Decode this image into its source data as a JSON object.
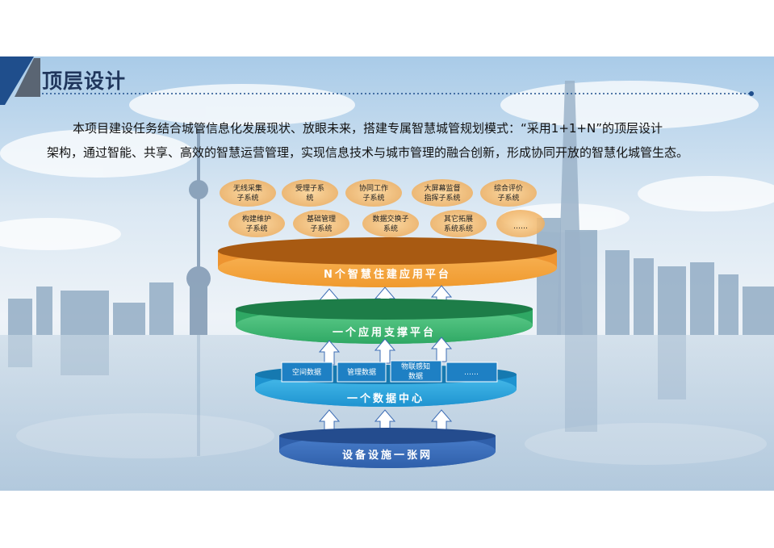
{
  "header": {
    "title": "顶层设计"
  },
  "intro": {
    "line1": "本项目建设任务结合城管信息化发展现状、放眼未来，搭建专属智慧城管规划模式：“采用1+1+N”的顶层设计",
    "line2": "架构，通过智能、共享、高效的智慧运营管理，实现信息技术与城市管理的融合创新，形成协同开放的智慧化城管生态。"
  },
  "bubbles": {
    "row1": [
      {
        "line1": "无线采集",
        "line2": "子系统"
      },
      {
        "line1": "受理子系",
        "line2": "统"
      },
      {
        "line1": "协同工作",
        "line2": "子系统"
      },
      {
        "line1": "大屏幕监督",
        "line2": "指挥子系统"
      },
      {
        "line1": "综合评价",
        "line2": "子系统"
      }
    ],
    "row2": [
      {
        "line1": "构建维护",
        "line2": "子系统"
      },
      {
        "line1": "基础管理",
        "line2": "子系统"
      },
      {
        "line1": "数据交换子",
        "line2": "系统"
      },
      {
        "line1": "其它拓展",
        "line2": "系统系统"
      },
      {
        "line1": "……",
        "line2": ""
      }
    ]
  },
  "layers": {
    "top": "N个智慧住建应用平台",
    "support": "一个应用支撑平台",
    "data": "一个数据中心",
    "network": "设备设施一张网"
  },
  "data_boxes": [
    {
      "line1": "空间数据",
      "line2": ""
    },
    {
      "line1": "管理数据",
      "line2": ""
    },
    {
      "line1": "物联感知",
      "line2": "数据"
    },
    {
      "line1": "……",
      "line2": ""
    }
  ],
  "colors": {
    "title": "#20365c",
    "accent": "#1f4e8c",
    "layer_top": "#f5a64a",
    "layer_support": "#3fb574",
    "layer_data": "#27a7e0",
    "layer_network": "#2f66b8",
    "bubble": "#f3b766"
  }
}
